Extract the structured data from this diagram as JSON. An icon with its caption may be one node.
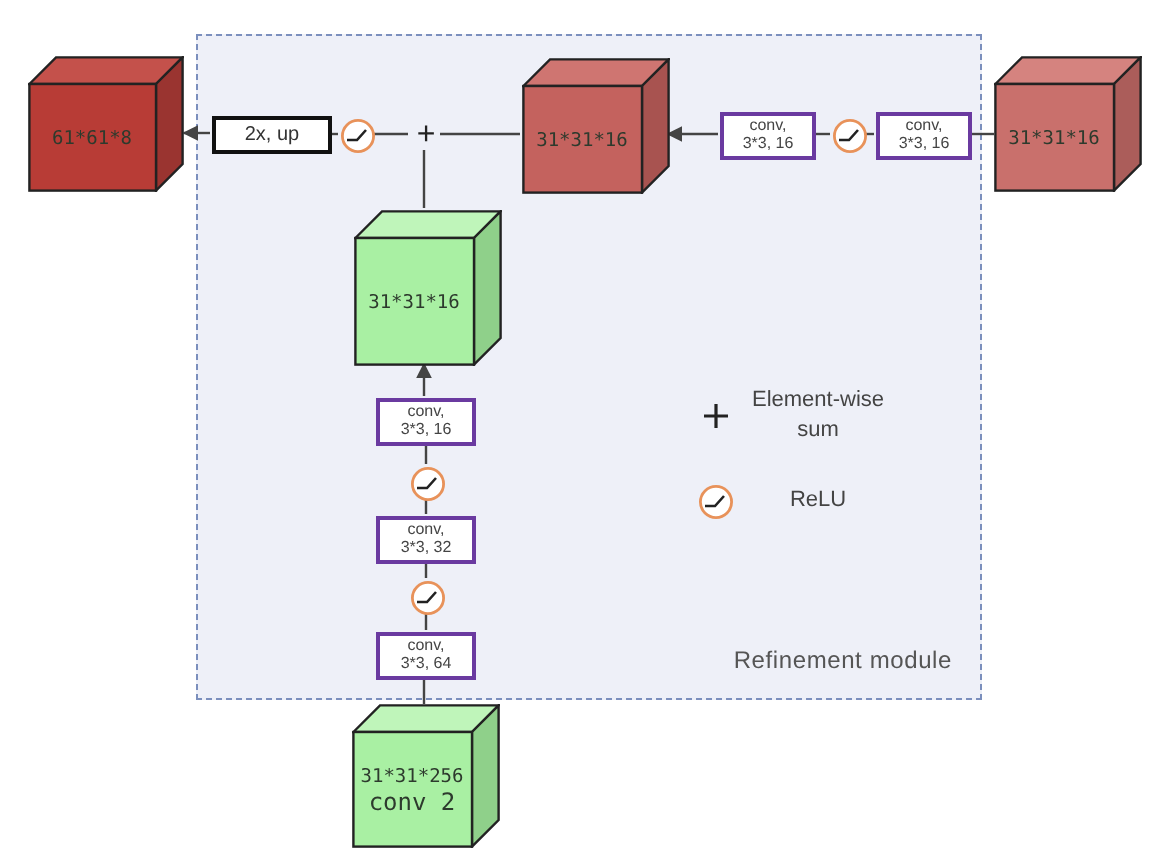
{
  "diagram": {
    "nodes": [
      {
        "text": [
          "Refinement module"
        ]
      },
      {
        "text": [
          "61*61*8"
        ]
      },
      {
        "text": [
          "2x, up"
        ],
        "in": 0
      },
      {
        "text": [],
        "shape": "circle",
        "in": 0
      },
      {
        "text": [
          "+"
        ],
        "in": 0
      },
      {
        "text": [
          "31*31*16"
        ],
        "in": 0
      },
      {
        "text": [
          "conv, 3*3, 16"
        ],
        "in": 0
      },
      {
        "text": [],
        "shape": "circle",
        "in": 0
      },
      {
        "text": [
          "conv, 3*3, 16"
        ],
        "in": 0
      },
      {
        "text": [
          "31*31*16"
        ]
      },
      {
        "text": [
          "31*31*16"
        ],
        "in": 0
      },
      {
        "text": [
          "conv, 3*3, 16"
        ],
        "in": 0
      },
      {
        "text": [],
        "shape": "circle",
        "in": 0
      },
      {
        "text": [
          "conv, 3*3, 32"
        ],
        "in": 0
      },
      {
        "text": [],
        "shape": "circle",
        "in": 0
      },
      {
        "text": [
          "conv, 3*3, 64"
        ],
        "in": 0
      },
      {
        "text": [
          "31*31*256",
          "conv 2"
        ]
      }
    ],
    "edges": [
      {
        "from": 9,
        "to": 8,
        "arrow": "none"
      },
      {
        "from": 8,
        "to": 7,
        "arrow": "none"
      },
      {
        "from": 7,
        "to": 6,
        "arrow": "none"
      },
      {
        "from": 6,
        "to": 5,
        "arrow": "to"
      },
      {
        "from": 5,
        "to": 4,
        "arrow": "none"
      },
      {
        "from": 4,
        "to": 3,
        "arrow": "none"
      },
      {
        "from": 3,
        "to": 2,
        "arrow": "none"
      },
      {
        "from": 2,
        "to": 1,
        "arrow": "to"
      },
      {
        "from": 10,
        "to": 4,
        "arrow": "none"
      },
      {
        "from": 16,
        "to": 15,
        "arrow": "none"
      },
      {
        "from": 15,
        "to": 14,
        "arrow": "none"
      },
      {
        "from": 14,
        "to": 13,
        "arrow": "none"
      },
      {
        "from": 13,
        "to": 12,
        "arrow": "none"
      },
      {
        "from": 12,
        "to": 11,
        "arrow": "none"
      },
      {
        "from": 11,
        "to": 10,
        "arrow": "to"
      }
    ],
    "legend": [
      {
        "text": "Element-wise sum"
      },
      {
        "text": "ReLU"
      }
    ]
  }
}
